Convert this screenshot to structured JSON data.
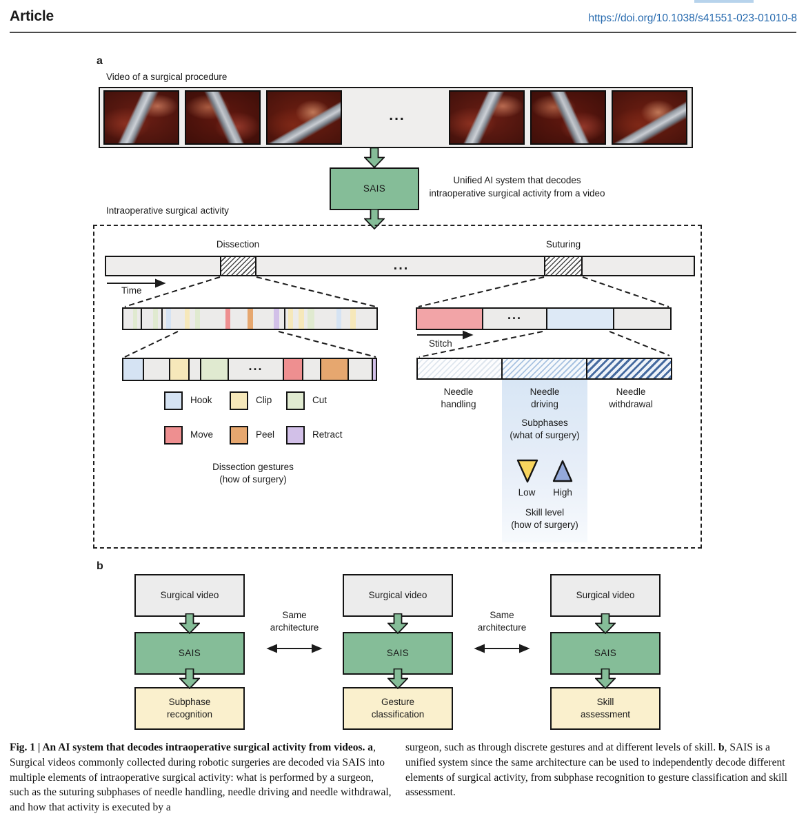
{
  "header": {
    "article_label": "Article",
    "doi": "https://doi.org/10.1038/s41551-023-01010-8"
  },
  "panel_a": {
    "label": "a",
    "video_strip_title": "Video of a surgical procedure",
    "video_frames_count": 6,
    "strip_ellipsis": "...",
    "sais_label": "SAIS",
    "unified_line1": "Unified AI system that decodes",
    "unified_line2": "intraoperative surgical activity from a video",
    "activity_label": "Intraoperative surgical activity",
    "timeline": {
      "dissection_label": "Dissection",
      "suturing_label": "Suturing",
      "ellipsis": "...",
      "time_label": "Time"
    },
    "gesture_strip_stripes": [
      [
        "gray",
        14
      ],
      [
        "cut",
        6
      ],
      [
        "gray",
        5
      ],
      [
        "line",
        2
      ],
      [
        "gray",
        16
      ],
      [
        "cut",
        7
      ],
      [
        "gray",
        5
      ],
      [
        "line",
        2
      ],
      [
        "gray",
        5
      ],
      [
        "hook",
        7
      ],
      [
        "gray",
        20
      ],
      [
        "clip",
        7
      ],
      [
        "gray",
        8
      ],
      [
        "cut",
        7
      ],
      [
        "gray",
        37
      ],
      [
        "move",
        7
      ],
      [
        "gray",
        25
      ],
      [
        "peel",
        8
      ],
      [
        "gray",
        30
      ],
      [
        "retract",
        8
      ],
      [
        "gray",
        7
      ],
      [
        "line",
        2
      ],
      [
        "gray",
        4
      ],
      [
        "clip",
        7
      ],
      [
        "gray",
        8
      ],
      [
        "clip",
        8
      ],
      [
        "gray",
        5
      ],
      [
        "cut",
        10
      ],
      [
        "gray",
        32
      ],
      [
        "hook",
        7
      ],
      [
        "gray",
        13
      ],
      [
        "clip",
        8
      ],
      [
        "gray",
        32
      ]
    ],
    "gesture_bar_segments": [
      {
        "color": "hook",
        "w": 28
      },
      {
        "color": "gray",
        "w": 36
      },
      {
        "color": "clip",
        "w": 26
      },
      {
        "color": "gray",
        "w": 15
      },
      {
        "color": "cut",
        "w": 38
      },
      {
        "color": "gray",
        "w": 78,
        "label": "..."
      },
      {
        "color": "move",
        "w": 26
      },
      {
        "color": "gray",
        "w": 24
      },
      {
        "color": "peel",
        "w": 38
      },
      {
        "color": "gray",
        "w": 33
      },
      {
        "color": "retract",
        "w": 28
      }
    ],
    "legend": {
      "items": [
        {
          "label": "Hook",
          "color": "hook"
        },
        {
          "label": "Clip",
          "color": "clip"
        },
        {
          "label": "Cut",
          "color": "cut"
        },
        {
          "label": "Move",
          "color": "move"
        },
        {
          "label": "Peel",
          "color": "peel"
        },
        {
          "label": "Retract",
          "color": "retract"
        }
      ],
      "caption_line1": "Dissection gestures",
      "caption_line2": "(how of surgery)"
    },
    "stitch": {
      "label": "Stitch",
      "segments": [
        {
          "color": "stitch_red",
          "w": 94
        },
        {
          "color": "gray",
          "w": 91,
          "label": "..."
        },
        {
          "color": "stitch_blue",
          "w": 95
        },
        {
          "color": "gray",
          "w": 87
        }
      ]
    },
    "subphase_bar_segments": [
      "light",
      "med",
      "dark"
    ],
    "subphase_labels": [
      {
        "line1": "Needle",
        "line2": "handling"
      },
      {
        "line1": "Needle",
        "line2": "driving"
      },
      {
        "line1": "Needle",
        "line2": "withdrawal"
      }
    ],
    "subphases_caption_line1": "Subphases",
    "subphases_caption_line2": "(what of surgery)",
    "skill": {
      "low_label": "Low",
      "high_label": "High",
      "caption_line1": "Skill level",
      "caption_line2": "(how of surgery)"
    }
  },
  "panel_b": {
    "label": "b",
    "columns": [
      {
        "input": "Surgical video",
        "model": "SAIS",
        "output_line1": "Subphase",
        "output_line2": "recognition"
      },
      {
        "input": "Surgical video",
        "model": "SAIS",
        "output_line1": "Gesture",
        "output_line2": "classification"
      },
      {
        "input": "Surgical video",
        "model": "SAIS",
        "output_line1": "Skill",
        "output_line2": "assessment"
      }
    ],
    "connector_line1": "Same",
    "connector_line2": "architecture"
  },
  "caption": {
    "left_segments": [
      {
        "text": "Fig. 1 | An AI system that decodes intraoperative surgical activity from videos. a",
        "bold": true
      },
      {
        "text": ", Surgical videos commonly collected during robotic surgeries are decoded via SAIS into multiple elements of intraoperative surgical activity: what is performed by a surgeon, such as the suturing subphases of needle handling, needle driving and needle withdrawal, and how that activity is executed by a",
        "bold": false
      }
    ],
    "right_segments": [
      {
        "text": "surgeon, such as through discrete gestures and at different levels of skill. ",
        "bold": false
      },
      {
        "text": "b",
        "bold": true
      },
      {
        "text": ", SAIS is a unified system since the same architecture can be used to independently decode different elements of surgical activity, from subphase recognition to gesture classification and skill assessment.",
        "bold": false
      }
    ]
  },
  "colors": {
    "doi": "#2569ae",
    "green": "#85bd98",
    "yellow_box": "#faf0cd",
    "gray": "#ecebea",
    "hook": "#d5e3f3",
    "clip": "#f6e8ba",
    "cut": "#e0ead0",
    "move": "#ee8f90",
    "peel": "#e6a76f",
    "retract": "#d2c0e8",
    "line": "#1a1a1a",
    "stitch_red": "#f2a4a7",
    "stitch_blue": "#dde9f6",
    "hatch_light": "#dfe6ee",
    "hatch_med": "#a9c3e1",
    "hatch_dark": "#456a9f",
    "band_top": "#d8e6f5",
    "low_tri": "#f8d55e",
    "high_tri": "#94a9da"
  }
}
